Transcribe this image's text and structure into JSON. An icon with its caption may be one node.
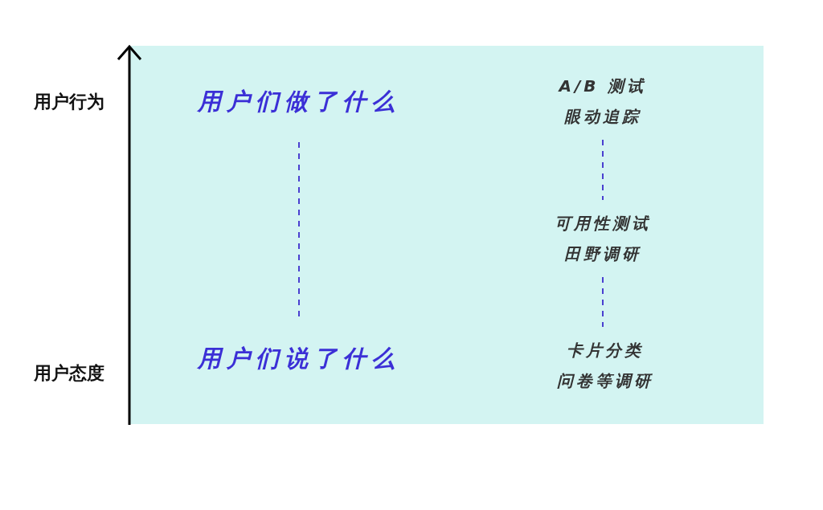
{
  "diagram": {
    "nodes": [
      {
        "text": [
          "用户们做了什么"
        ]
      },
      {
        "text": [
          "用户们说了什么"
        ]
      },
      {
        "text": [
          "A/B 测试",
          "眼动追踪"
        ]
      },
      {
        "text": [
          "可用性测试",
          "田野调研"
        ]
      },
      {
        "text": [
          "卡片分类",
          "问卷等调研"
        ]
      }
    ],
    "edges": [
      {
        "from": 0,
        "to": 1,
        "arrow": "none",
        "style": "dashed"
      },
      {
        "from": 2,
        "to": 3,
        "arrow": "none",
        "style": "dashed"
      },
      {
        "from": 3,
        "to": 4,
        "arrow": "none",
        "style": "dashed"
      }
    ],
    "labels": [
      "用户行为",
      "用户态度"
    ]
  }
}
